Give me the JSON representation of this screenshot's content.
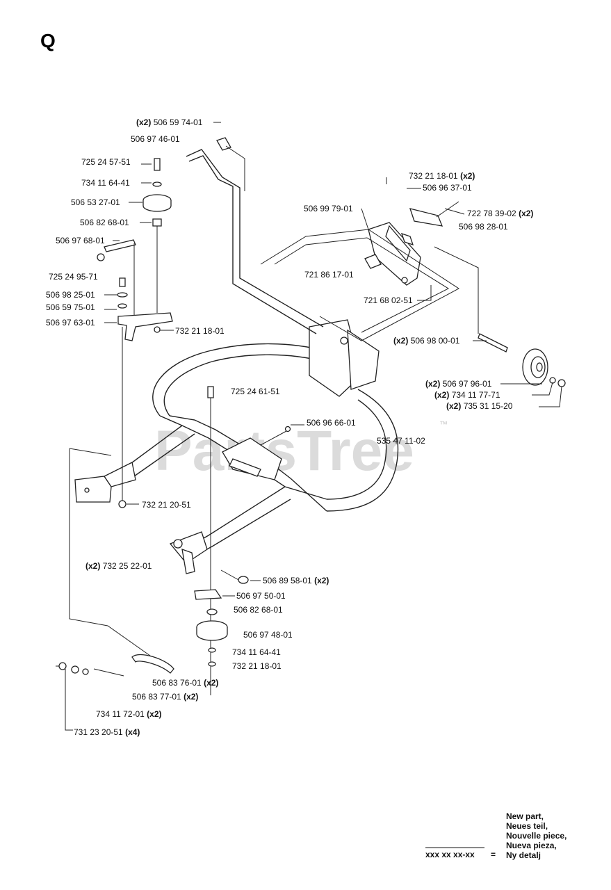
{
  "page_letter": "Q",
  "watermark": {
    "text": "PartsTree",
    "tm": "™"
  },
  "labels": [
    {
      "qty": "(x2)",
      "part": "506 59 74-01",
      "suffix": ""
    },
    {
      "qty": "",
      "part": "506 97 46-01",
      "suffix": ""
    },
    {
      "qty": "",
      "part": "725 24 57-51",
      "suffix": ""
    },
    {
      "qty": "",
      "part": "734 11 64-41",
      "suffix": ""
    },
    {
      "qty": "",
      "part": "506 53 27-01",
      "suffix": ""
    },
    {
      "qty": "",
      "part": "506 82 68-01",
      "suffix": ""
    },
    {
      "qty": "",
      "part": "506 97 68-01",
      "suffix": ""
    },
    {
      "qty": "",
      "part": "725 24 95-71",
      "suffix": ""
    },
    {
      "qty": "",
      "part": "506 98 25-01",
      "suffix": ""
    },
    {
      "qty": "",
      "part": "506 59 75-01",
      "suffix": ""
    },
    {
      "qty": "",
      "part": "506 97 63-01",
      "suffix": ""
    },
    {
      "qty": "",
      "part": "732 21 18-01",
      "suffix": ""
    },
    {
      "qty": "",
      "part": "732 21 18-01",
      "suffix": "(x2)"
    },
    {
      "qty": "",
      "part": "506 96 37-01",
      "suffix": ""
    },
    {
      "qty": "",
      "part": "722 78 39-02",
      "suffix": "(x2)"
    },
    {
      "qty": "",
      "part": "506 98 28-01",
      "suffix": ""
    },
    {
      "qty": "",
      "part": "506 99 79-01",
      "suffix": ""
    },
    {
      "qty": "",
      "part": "721 86 17-01",
      "suffix": ""
    },
    {
      "qty": "",
      "part": "721 68 02-51",
      "suffix": ""
    },
    {
      "qty": "(x2)",
      "part": "506 98 00-01",
      "suffix": ""
    },
    {
      "qty": "(x2)",
      "part": "506 97 96-01",
      "suffix": ""
    },
    {
      "qty": "(x2)",
      "part": "734 11 77-71",
      "suffix": ""
    },
    {
      "qty": "(x2)",
      "part": "735 31 15-20",
      "suffix": ""
    },
    {
      "qty": "",
      "part": "725 24 61-51",
      "suffix": ""
    },
    {
      "qty": "",
      "part": "506 96 66-01",
      "suffix": ""
    },
    {
      "qty": "",
      "part": "535 47 11-02",
      "suffix": ""
    },
    {
      "qty": "",
      "part": "732 21 20-51",
      "suffix": ""
    },
    {
      "qty": "(x2)",
      "part": "732 25 22-01",
      "suffix": ""
    },
    {
      "qty": "",
      "part": "506 89 58-01",
      "suffix": "(x2)"
    },
    {
      "qty": "",
      "part": "506 97 50-01",
      "suffix": ""
    },
    {
      "qty": "",
      "part": "506 82 68-01",
      "suffix": ""
    },
    {
      "qty": "",
      "part": "506 97 48-01",
      "suffix": ""
    },
    {
      "qty": "",
      "part": "734 11 64-41",
      "suffix": ""
    },
    {
      "qty": "",
      "part": "732 21 18-01",
      "suffix": ""
    },
    {
      "qty": "",
      "part": "506 83 76-01",
      "suffix": "(x2)"
    },
    {
      "qty": "",
      "part": "506 83 77-01",
      "suffix": "(x2)"
    },
    {
      "qty": "",
      "part": "734 11 72-01",
      "suffix": "(x2)"
    },
    {
      "qty": "",
      "part": "731 23 20-51",
      "suffix": "(x4)"
    }
  ],
  "legend": {
    "code": "xxx xx xx-xx",
    "equals": "=",
    "lines": [
      "New part,",
      "Neues teil,",
      "Nouvelle piece,",
      "Nueva pieza,",
      "Ny detalj"
    ]
  }
}
